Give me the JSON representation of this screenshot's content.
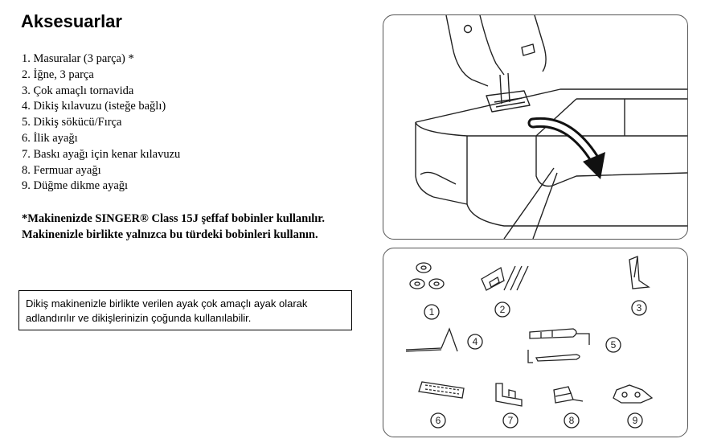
{
  "heading": "Aksesuarlar",
  "items": [
    "1. Masuralar (3 parça) *",
    "2. İğne, 3 parça",
    "3. Çok amaçlı tornavida",
    "4. Dikiş kılavuzu (isteğe bağlı)",
    "5. Dikiş sökücü/Fırça",
    "6. İlik ayağı",
    "7. Baskı ayağı için kenar kılavuzu",
    "8. Fermuar ayağı",
    "9. Düğme dikme ayağı"
  ],
  "note": "*Makinenizde SINGER® Class 15J şeffaf bobinler kullanılır. Makinenizle birlikte yalnızca bu türdeki bobinleri kullanın.",
  "box_text": "Dikiş makinenizle birlikte verilen ayak çok amaçlı ayak olarak adlandırılır ve dikişlerinizin çoğunda kullanılabilir.",
  "accessory_numbers": [
    "1",
    "2",
    "3",
    "4",
    "5",
    "6",
    "7",
    "8",
    "9"
  ]
}
